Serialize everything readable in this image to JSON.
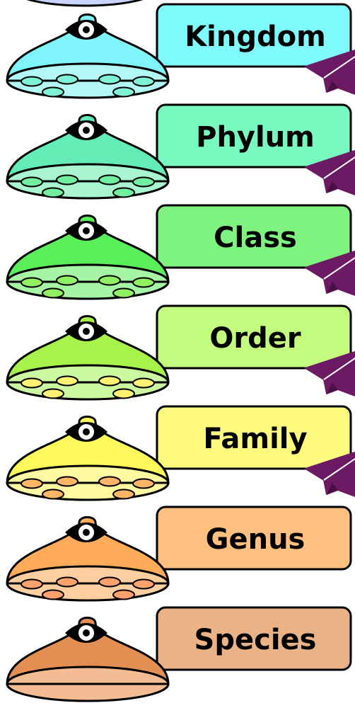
{
  "levels": [
    {
      "label": "Kingdom",
      "dome": "#7ff4fb",
      "rim": "#b2f8f7",
      "box": "#7ffbfe",
      "dot": "#7ff1d5",
      "arrow": true
    },
    {
      "label": "Phylum",
      "dome": "#64ecb6",
      "rim": "#a9f5cf",
      "box": "#78f9c0",
      "dot": "#72ee9f",
      "arrow": true
    },
    {
      "label": "Class",
      "dome": "#5aee5a",
      "rim": "#a5f5a4",
      "box": "#7ff37f",
      "dot": "#8ff062",
      "arrow": true
    },
    {
      "label": "Order",
      "dome": "#a7f24b",
      "rim": "#ccf8a2",
      "box": "#c4fc80",
      "dot": "#fff171",
      "arrow": true
    },
    {
      "label": "Family",
      "dome": "#fff85a",
      "rim": "#fffaa2",
      "box": "#fffb7e",
      "dot": "#ffb466",
      "arrow": true
    },
    {
      "label": "Genus",
      "dome": "#ffab59",
      "rim": "#ffcfa1",
      "box": "#ffbf7f",
      "dot": "#fea26d",
      "arrow": false
    },
    {
      "label": "Species",
      "dome": "#e38e52",
      "rim": "#f3bc93",
      "box": "#eab287",
      "dot": null,
      "arrow": false
    }
  ],
  "colors": {
    "stroke": "#000000",
    "eye": "#000000",
    "eye_inner": "#ffffff",
    "arrow": "#6b1a63",
    "top_bulb": "#c9d4ff"
  },
  "icons": [
    "eye-icon",
    "paper-plane-icon"
  ]
}
